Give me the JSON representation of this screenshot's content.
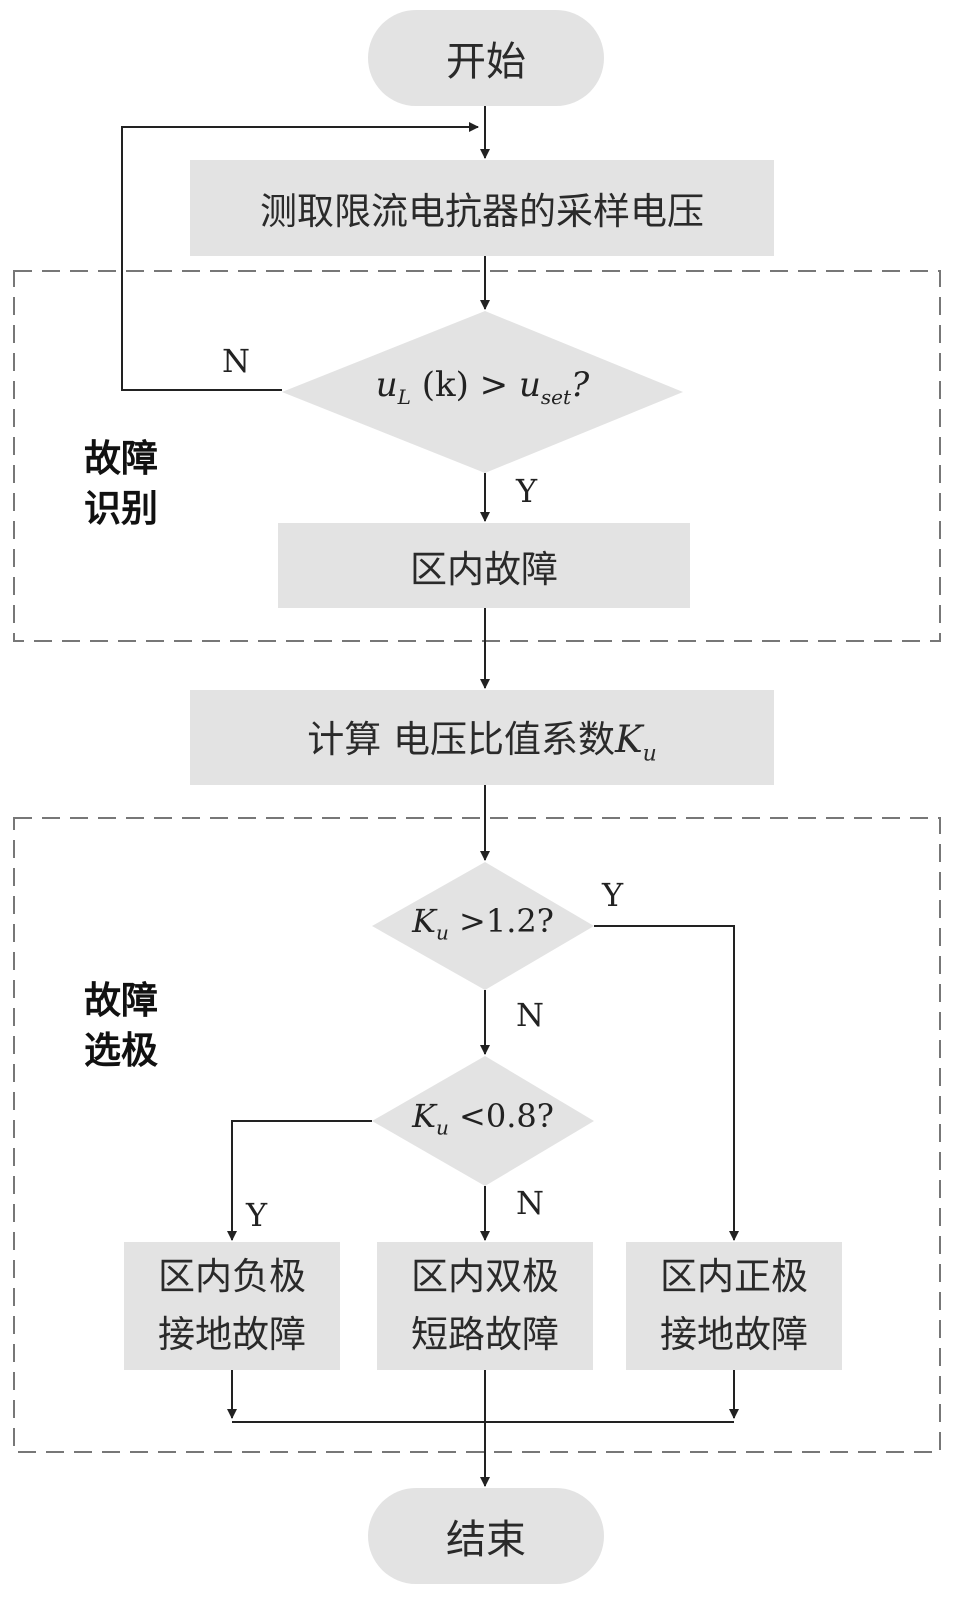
{
  "nodes": {
    "start": "开始",
    "measure": "测取限流电抗器的采样电压",
    "decision1": {
      "base": "u",
      "sub": "L",
      "mid": " (k) > ",
      "base2": "u",
      "sub2": "set",
      "end": "?"
    },
    "internal_fault": "区内故障",
    "calc": {
      "text": "计算 电压比值系数",
      "var": "K",
      "var_sub": "u"
    },
    "decision2": {
      "base": "K",
      "sub": "u",
      "rest": " >1.2?"
    },
    "decision3": {
      "base": "K",
      "sub": "u",
      "rest": " <0.8?"
    },
    "negative_fault": "区内负极\n接地故障",
    "bipolar_fault": "区内双极\n短路故障",
    "positive_fault": "区内正极\n接地故障",
    "end": "结束"
  },
  "labels": {
    "n1": "N",
    "y1": "Y",
    "y2": "Y",
    "n2": "N",
    "y3": "Y",
    "n3": "N"
  },
  "sections": {
    "identification": "故障\n识别",
    "selection": "故障\n选极"
  }
}
